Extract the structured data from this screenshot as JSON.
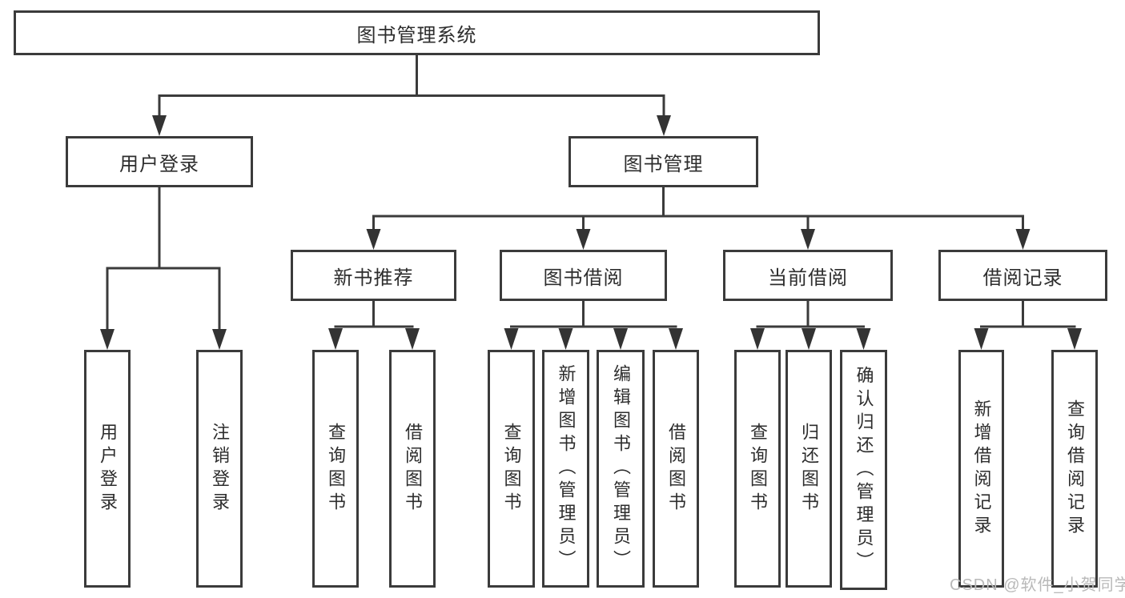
{
  "diagram_title": "图书管理系统",
  "nodes": {
    "root": {
      "label": "图书管理系统"
    },
    "user_login": {
      "label": "用户登录"
    },
    "book_mgmt": {
      "label": "图书管理"
    },
    "new_book_rec": {
      "label": "新书推荐"
    },
    "book_borrow": {
      "label": "图书借阅"
    },
    "current_borrow": {
      "label": "当前借阅"
    },
    "borrow_records": {
      "label": "借阅记录"
    },
    "login_user": {
      "label": "用户登录"
    },
    "login_logout": {
      "label": "注销登录"
    },
    "rec_query": {
      "label": "查询图书"
    },
    "rec_borrow": {
      "label": "借阅图书"
    },
    "bor_query": {
      "label": "查询图书"
    },
    "bor_add": {
      "label": "新增图书（管理员）"
    },
    "bor_edit": {
      "label": "编辑图书（管理员）"
    },
    "bor_borrow": {
      "label": "借阅图书"
    },
    "cur_query": {
      "label": "查询图书"
    },
    "cur_return": {
      "label": "归还图书"
    },
    "cur_confirm": {
      "label": "确认归还（管理员）"
    },
    "recd_add": {
      "label": "新增借阅记录"
    },
    "recd_query": {
      "label": "查询借阅记录"
    }
  },
  "hierarchy": {
    "图书管理系统": {
      "用户登录": [
        "用户登录",
        "注销登录"
      ],
      "图书管理": {
        "新书推荐": [
          "查询图书",
          "借阅图书"
        ],
        "图书借阅": [
          "查询图书",
          "新增图书（管理员）",
          "编辑图书（管理员）",
          "借阅图书"
        ],
        "当前借阅": [
          "查询图书",
          "归还图书",
          "确认归还（管理员）"
        ],
        "借阅记录": [
          "新增借阅记录",
          "查询借阅记录"
        ]
      }
    }
  },
  "watermark": {
    "text": "CSDN @软件_小贺同学"
  },
  "colors": {
    "line": "#3b3b3b",
    "arrow": "#333333",
    "text": "#2d2d2d",
    "background": "#ffffff",
    "watermark": "#b9b9b9"
  }
}
